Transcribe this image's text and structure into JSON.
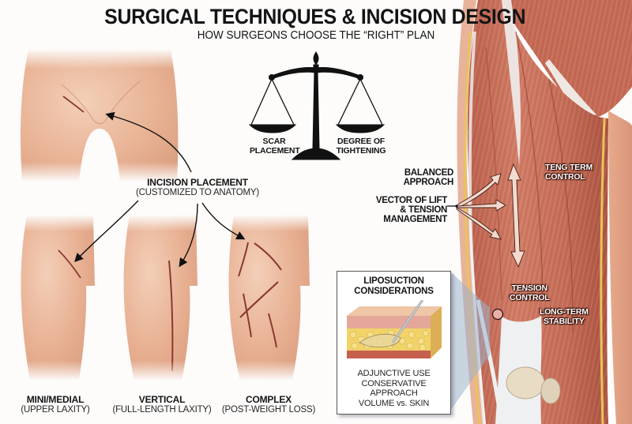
{
  "header": {
    "title": "SURGICAL TECHNIQUES & INCISION DESIGN",
    "subtitle": "HOW SURGEONS CHOOSE THE “RIGHT” PLAN"
  },
  "balance_scale": {
    "icon": "balance-scale-icon",
    "left_pan": {
      "line1": "SCAR",
      "line2": "PLACEMENT"
    },
    "right_pan": {
      "line1": "DEGREE OF",
      "line2": "TIGHTENING"
    }
  },
  "incision_placement": {
    "title": "INCISION PLACEMENT",
    "subtitle": "(CUSTOMIZED TO ANATOMY)"
  },
  "techniques": [
    {
      "name": "MINI/MEDIAL",
      "description": "(UPPER LAXITY)",
      "incision": "short groin crease"
    },
    {
      "name": "VERTICAL",
      "description": "(FULL-LENGTH LAXITY)",
      "incision": "long vertical inner thigh"
    },
    {
      "name": "COMPLEX",
      "description": "(POST-WEIGHT LOSS)",
      "incision": "multiple crossing incisions"
    }
  ],
  "muscle_anatomy": {
    "labels": {
      "balanced_approach": {
        "line1": "BALANCED",
        "line2": "APPROACH"
      },
      "vector_of_lift": {
        "line1": "VECTOR OF LIFT",
        "line2": "& TENSION",
        "line3": "MANAGEMENT"
      },
      "teng_term_control": {
        "line1": "TENG TERM",
        "line2": "CONTROL"
      },
      "tension_control": {
        "line1": "TENSION",
        "line2": "CONTROL"
      },
      "long_term_stability": {
        "line1": "LONG-TERM",
        "line2": "STABILITY"
      }
    }
  },
  "liposuction": {
    "title_line1": "LIPOSUCTION",
    "title_line2": "CONSIDERATIONS",
    "lines": [
      "ADJUNCTIVE USE",
      "CONSERVATIVE APPROACH",
      "VOLUME vs. SKIN"
    ]
  },
  "colors": {
    "skin_light": "#f3cdb4",
    "skin_mid": "#e3ab8e",
    "skin_dark": "#d39478",
    "incision": "#8a3a30",
    "muscle": "#c9705c",
    "muscle_dark": "#a94f3e",
    "muscle_light": "#e3a08c",
    "tendon": "#eef0f2",
    "fat_yellow": "#f1d36a",
    "arrow_fill": "#f3d9ce",
    "text": "#141414"
  }
}
